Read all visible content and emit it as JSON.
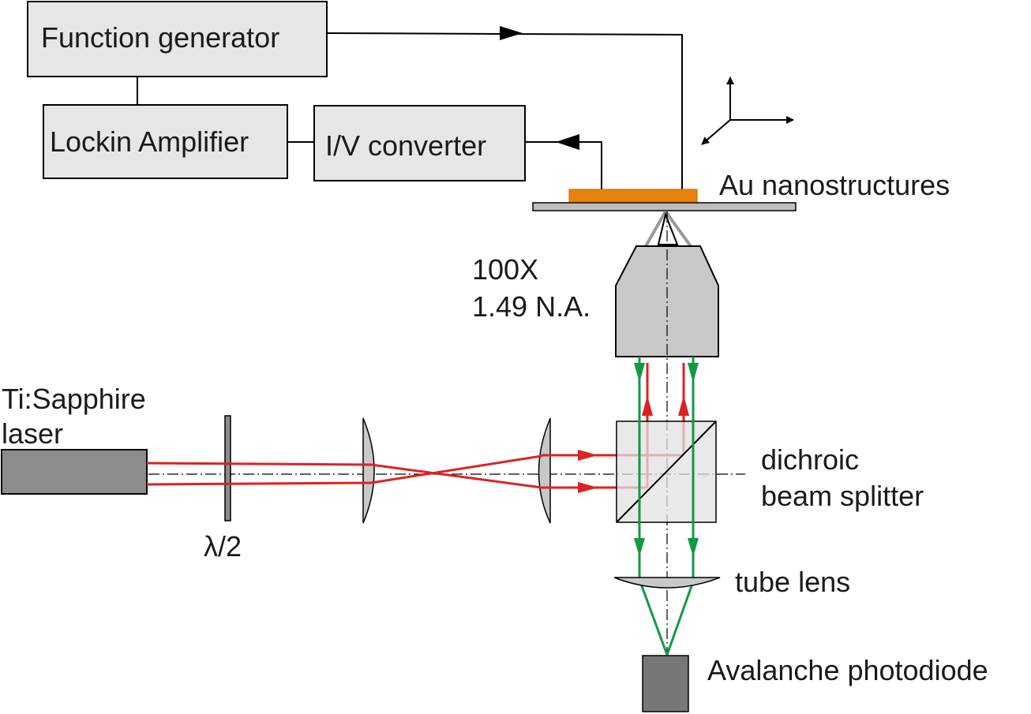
{
  "boxes": {
    "function_generator": "Function generator",
    "lockin_amplifier": "Lockin Amplifier",
    "iv_converter": "I/V converter"
  },
  "labels": {
    "au_nanostructures": "Au nanostructures",
    "objective_mag": "100X",
    "objective_na": "1.49 N.A.",
    "laser_line1": "Ti:Sapphire",
    "laser_line2": "laser",
    "half_wave_plate": "λ/2",
    "dichroic_line1": "dichroic",
    "dichroic_line2": "beam splitter",
    "tube_lens": "tube lens",
    "photodiode": "Avalanche photodiode"
  },
  "colors": {
    "excitation_beam": "#dd2222",
    "emission_beam": "#119944",
    "sample": "#e8820c",
    "box_fill": "#e6e6e6",
    "dark_component": "#8c8c8c",
    "objective_fill": "#c8c8c8"
  }
}
